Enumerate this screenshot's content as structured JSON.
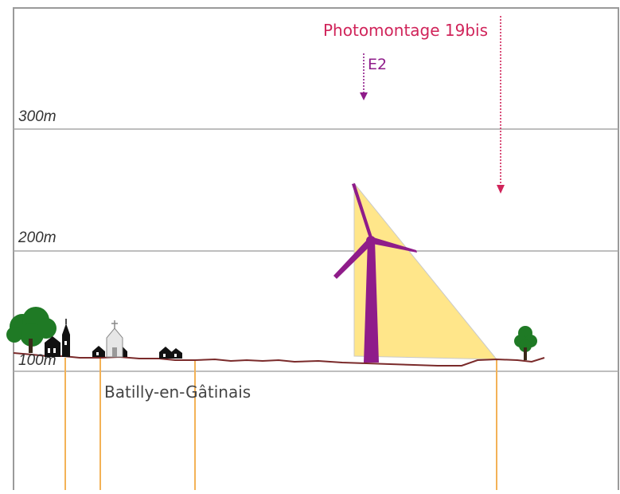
{
  "altitude_labels": [
    "300m",
    "200m",
    "100m"
  ],
  "place_label": "Batilly-en-Gâtinais",
  "photomontage_label": "Photomontage 19bis",
  "turbine_label": "E2",
  "colors": {
    "frame": "#9a9a9a",
    "gridline": "#a8a8a8",
    "terrain": "#7a2a2a",
    "ground_marker": "#f3b257",
    "visibility_zone": "#ffe68a",
    "turbine": "#8f1c8a",
    "photomontage": "#d0245a",
    "turbine_arrow": "#8f1c8a",
    "trees": "#1f7a25",
    "buildings": "#111111"
  },
  "icons": [
    "tree-icon",
    "church-icon",
    "house-icon",
    "chapel-icon",
    "wind-turbine-icon"
  ]
}
